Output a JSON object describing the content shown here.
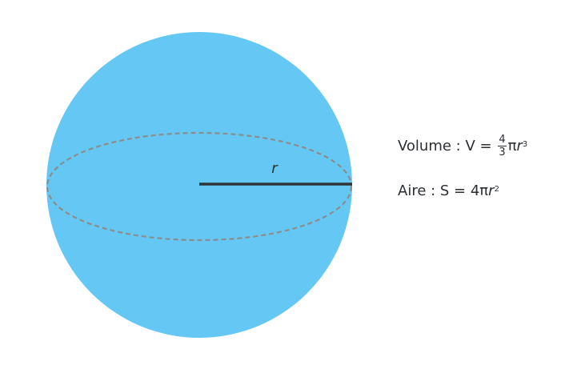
{
  "sphere": {
    "fill_color": "#65c8f4",
    "equator_color": "#8c8c8c",
    "radius_line_color": "#2f3438",
    "radius_label": "r"
  },
  "formulas": {
    "volume": {
      "label": "Volume : V",
      "equals": " = ",
      "fraction_numerator": "4",
      "fraction_denominator": "3",
      "pi": "π",
      "variable": "r",
      "exponent": "3"
    },
    "aire": {
      "label": "Aire : S",
      "equals": " = ",
      "coefficient": "4π",
      "variable": "r",
      "exponent": "2"
    }
  }
}
